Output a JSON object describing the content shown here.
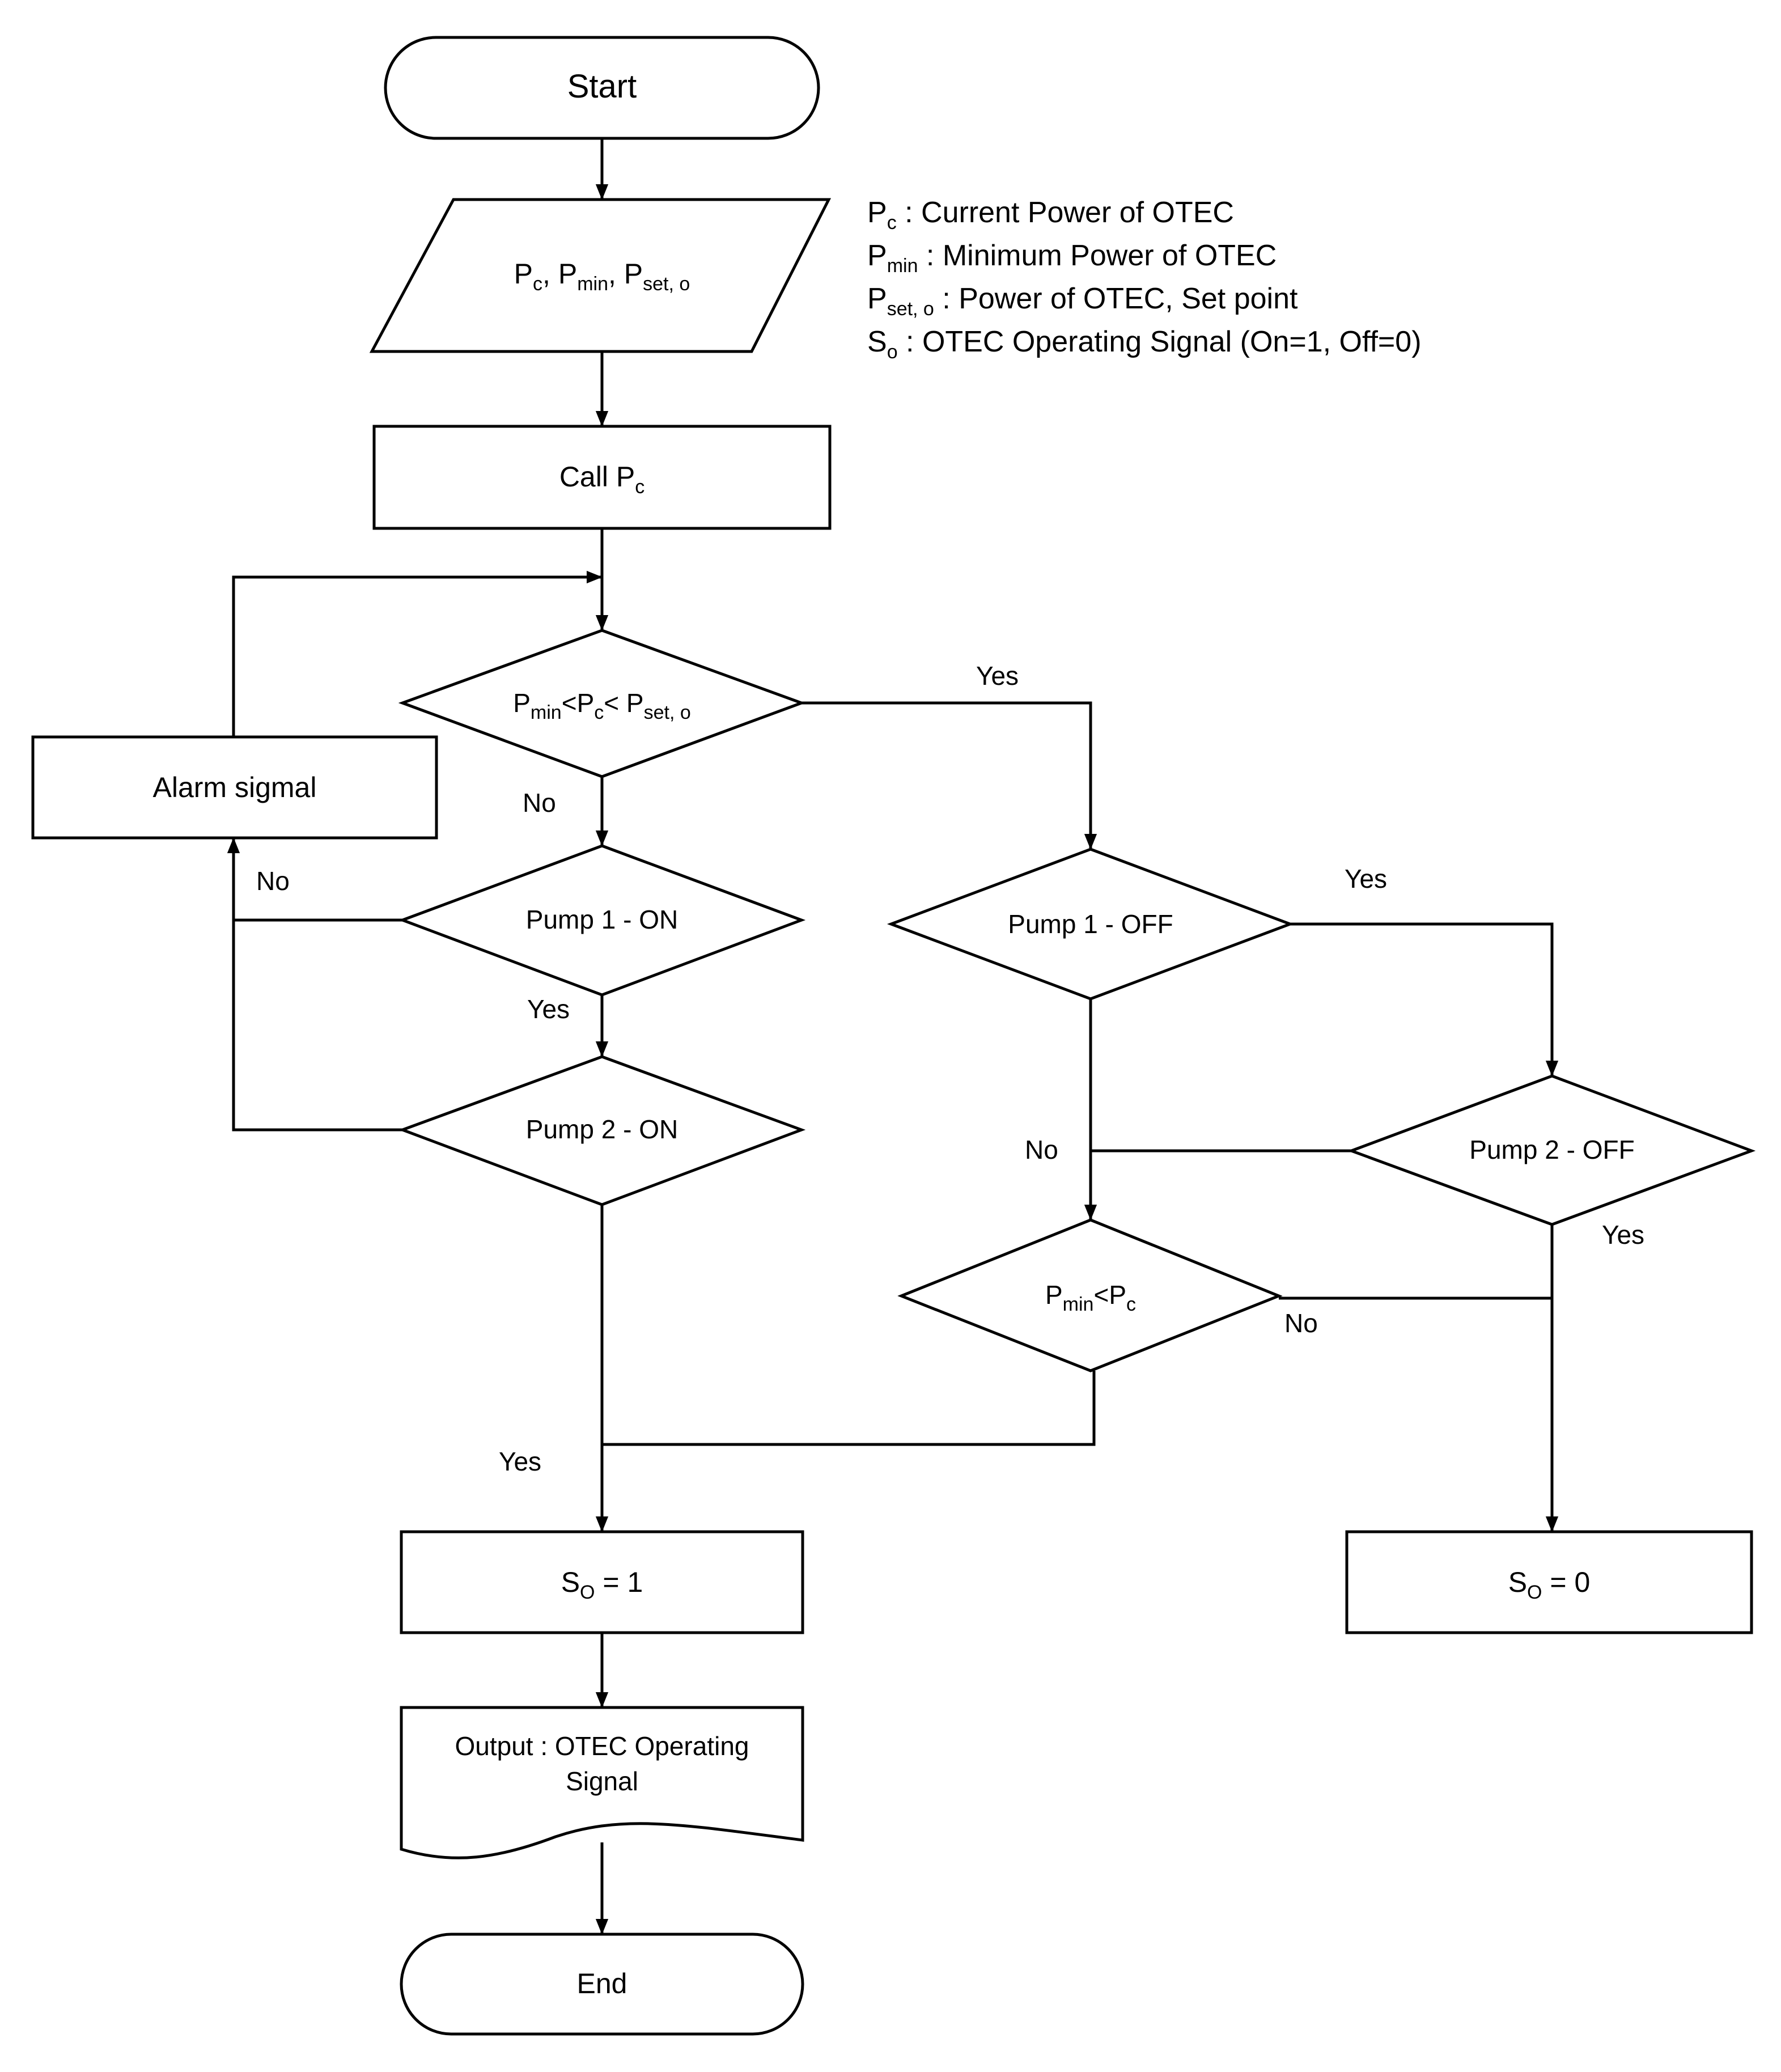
{
  "diagram": {
    "start": "Start",
    "input": {
      "p": "P",
      "c_sub": "c",
      "sep1": ", ",
      "min_sub": "min",
      "sep2": ", ",
      "set_sub": "set, o"
    },
    "legend": {
      "line1": {
        "p": "P",
        "sub": "c",
        "text": " : Current Power of OTEC"
      },
      "line2": {
        "p": "P",
        "sub": "min",
        "text": " : Minimum Power of OTEC"
      },
      "line3": {
        "p": "P",
        "sub": "set, o",
        "text": " : Power of OTEC, Set point"
      },
      "line4": {
        "p": "S",
        "sub": "o",
        "text": " : OTEC Operating Signal (On=1, Off=0)"
      }
    },
    "call_pc": {
      "text": "Call P",
      "sub": "c"
    },
    "decision_range": {
      "p1": "P",
      "min_sub": "min",
      "lt1": "<P",
      "c_sub": "c",
      "lt2": "< P",
      "set_sub": "set, o"
    },
    "alarm": "Alarm sigmal",
    "pump1_on": "Pump 1 - ON",
    "pump2_on": "Pump 2 - ON",
    "pump1_off": "Pump 1  - OFF",
    "pump2_off": "Pump 2 - OFF",
    "decision_min": {
      "p1": "P",
      "min_sub": "min",
      "lt": "<P",
      "c_sub": "c"
    },
    "so1": {
      "s": "S",
      "sub": "O",
      "text": " = 1"
    },
    "so0": {
      "s": "S",
      "sub": "O",
      "text": " = 0"
    },
    "output": {
      "line1": "Output : OTEC Operating",
      "line2": "Signal"
    },
    "end": "End",
    "labels": {
      "yes_range": "Yes",
      "no_range": "No",
      "no_pump1_on": "No",
      "yes_pump1_on": "Yes",
      "yes_pump1_off": "Yes",
      "no_pump1_off": "No",
      "yes_pump2_off": "Yes",
      "no_min": "No",
      "yes_merge": "Yes"
    }
  }
}
